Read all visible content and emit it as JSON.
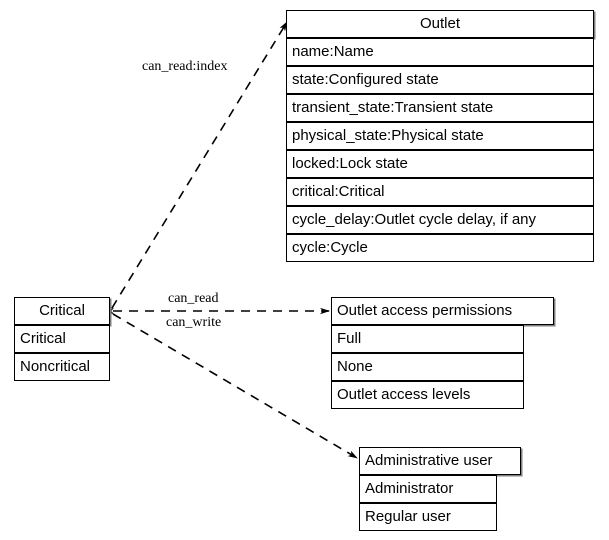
{
  "diagram": {
    "type": "uml-class-diagram",
    "background_color": "#ffffff",
    "line_color": "#000000",
    "shadow_color": "#808080"
  },
  "classes": {
    "outlet": {
      "title": "Outlet",
      "attributes": [
        "name:Name",
        "state:Configured state",
        "transient_state:Transient state",
        "physical_state:Physical state",
        "locked:Lock state",
        "critical:Critical",
        "cycle_delay:Outlet cycle delay, if any",
        "cycle:Cycle"
      ]
    },
    "critical": {
      "title": "Critical",
      "attributes": [
        "Critical",
        "Noncritical"
      ]
    },
    "permissions": {
      "title": "Outlet access permissions",
      "attributes": [
        "Full",
        "None",
        "Outlet access levels"
      ]
    },
    "admin_user": {
      "title": "Administrative user",
      "attributes": [
        "Administrator",
        "Regular user"
      ]
    }
  },
  "edges": [
    {
      "id": "edge-can-read-index",
      "label": "can_read:index",
      "from": "critical",
      "to": "outlet",
      "style": "dashed",
      "arrow": "to"
    },
    {
      "id": "edge-can-read",
      "label": "can_read",
      "from": "critical",
      "to": "permissions",
      "style": "dashed",
      "arrow": "both"
    },
    {
      "id": "edge-can-write",
      "label": "can_write",
      "from": "critical",
      "to": "permissions",
      "style": "dashed",
      "arrow": "both"
    },
    {
      "id": "edge-to-admin",
      "label": "",
      "from": "critical",
      "to": "admin_user",
      "style": "dashed",
      "arrow": "to"
    }
  ]
}
